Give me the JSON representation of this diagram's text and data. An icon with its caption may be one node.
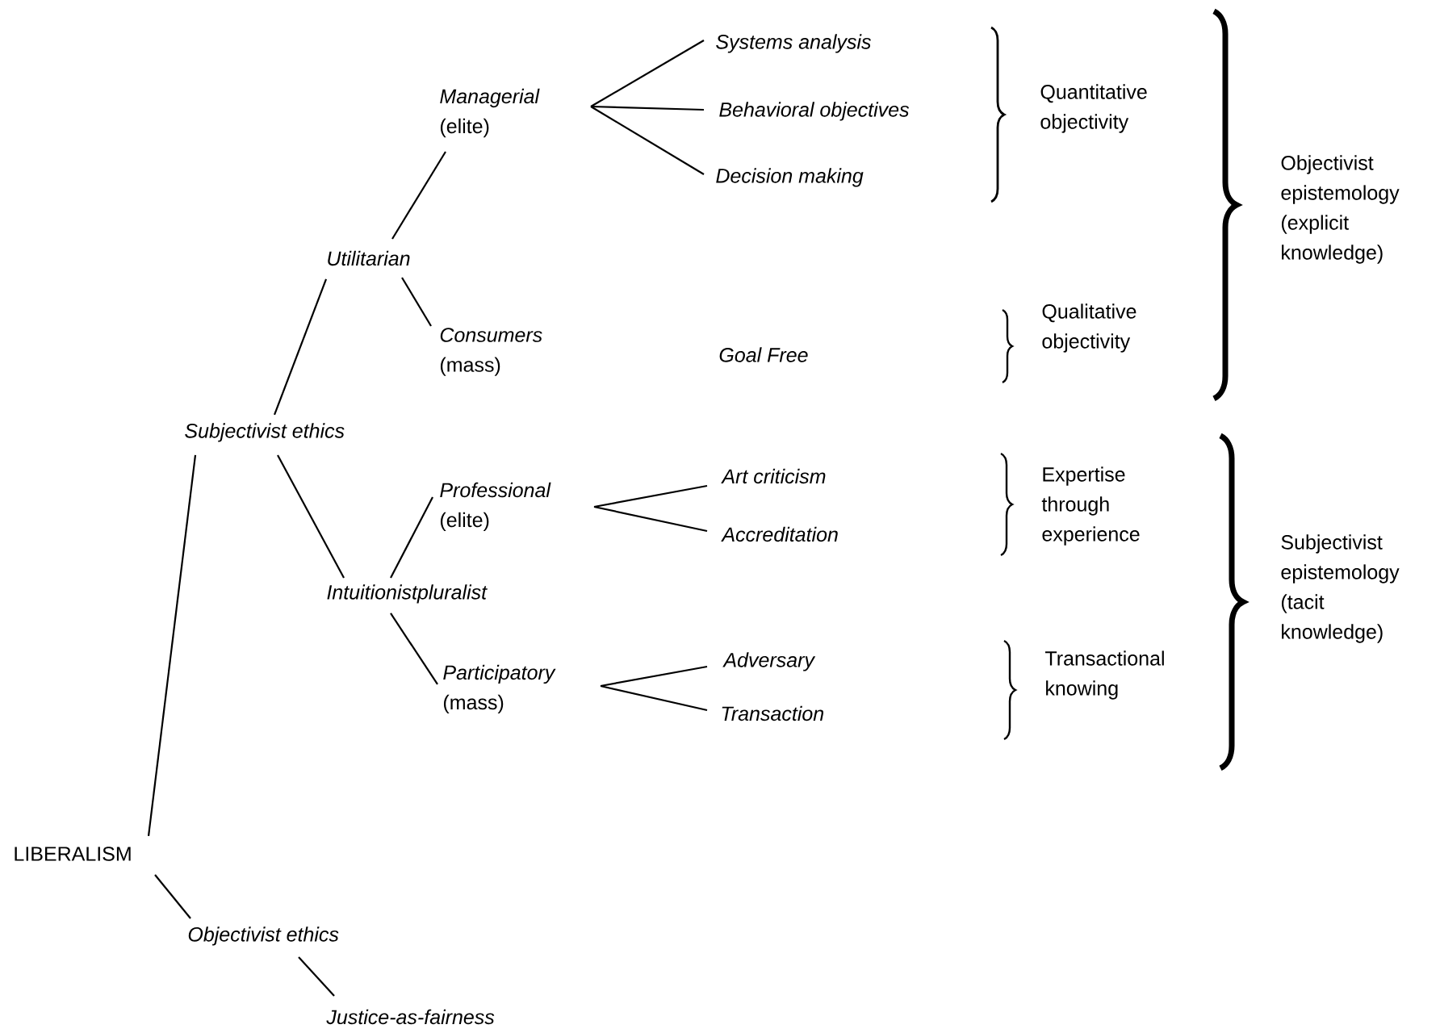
{
  "diagram": {
    "nodes": [
      {
        "text": [
          "Managerial",
          "(elite)"
        ]
      },
      {
        "text": [
          "Systems analysis"
        ]
      },
      {
        "text": [
          "Behavioral objectives"
        ]
      },
      {
        "text": [
          "Decision making"
        ]
      },
      {
        "text": [
          "Utilitarian"
        ]
      },
      {
        "text": [
          "Consumers",
          "(mass)"
        ]
      },
      {
        "text": [
          "Subjectivist ethics"
        ]
      },
      {
        "text": [
          "Professional",
          "(elite)"
        ]
      },
      {
        "text": [
          "Art criticism"
        ]
      },
      {
        "text": [
          "Accreditation"
        ]
      },
      {
        "text": [
          "Intuitionistpluralist"
        ]
      },
      {
        "text": [
          "Participatory",
          "(mass)"
        ]
      },
      {
        "text": [
          "Adversary"
        ]
      },
      {
        "text": [
          "Transaction"
        ]
      },
      {
        "text": [
          "LIBERALISM"
        ]
      },
      {
        "text": [
          "Objectivist ethics"
        ]
      },
      {
        "text": [
          "Justice-as-fairness"
        ]
      }
    ],
    "edges": [
      {
        "from": 14,
        "to": 6,
        "arrow": "none"
      },
      {
        "from": 14,
        "to": 15,
        "arrow": "none"
      },
      {
        "from": 15,
        "to": 16,
        "arrow": "none"
      },
      {
        "from": 6,
        "to": 4,
        "arrow": "none"
      },
      {
        "from": 6,
        "to": 10,
        "arrow": "none"
      },
      {
        "from": 4,
        "to": 0,
        "arrow": "none"
      },
      {
        "from": 4,
        "to": 5,
        "arrow": "none"
      },
      {
        "from": 0,
        "to": 1,
        "arrow": "none"
      },
      {
        "from": 0,
        "to": 2,
        "arrow": "none"
      },
      {
        "from": 0,
        "to": 3,
        "arrow": "none"
      },
      {
        "from": 10,
        "to": 7,
        "arrow": "none"
      },
      {
        "from": 10,
        "to": 11,
        "arrow": "none"
      },
      {
        "from": 7,
        "to": 8,
        "arrow": "none"
      },
      {
        "from": 7,
        "to": 9,
        "arrow": "none"
      },
      {
        "from": 11,
        "to": 12,
        "arrow": "none"
      },
      {
        "from": 11,
        "to": 13,
        "arrow": "none"
      }
    ],
    "labels": [
      "Quantitative objectivity",
      "Objectivist epistemology (explicit knowledge)",
      "Goal Free",
      "Qualitative objectivity",
      "Expertise through experience",
      "Subjectivist epistemology (tacit knowledge)",
      "Transactional knowing"
    ]
  }
}
